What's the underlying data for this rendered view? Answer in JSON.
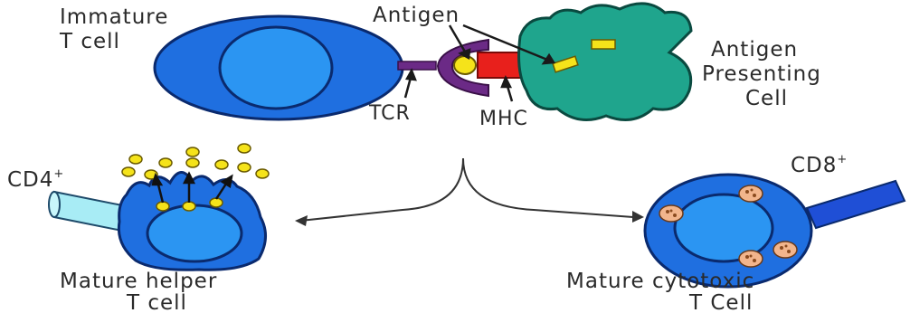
{
  "labels": {
    "immature_line1": "Immature",
    "immature_line2": "T cell",
    "antigen": "Antigen",
    "apc_line1": "Antigen",
    "apc_line2": "Presenting",
    "apc_line3": "Cell",
    "tcr": "TCR",
    "mhc": "MHC",
    "cd4": "CD4",
    "cd4_sup": "+",
    "cd8": "CD8",
    "cd8_sup": "+",
    "helper_line1": "Mature helper",
    "helper_line2": "T cell",
    "cytotoxic_line1": "Mature cytotoxic",
    "cytotoxic_line2": "T Cell"
  },
  "colors": {
    "cell_blue": "#1f6fe0",
    "cell_inner": "#2b95f2",
    "cell_outline": "#0a2a6e",
    "apc_green": "#1fa58d",
    "tcr_purple": "#6b2a86",
    "mhc_red": "#e8201c",
    "antigen_yellow": "#f5e31a",
    "cd4_cyan": "#a8ecf5",
    "granule_peach": "#f2b58c"
  }
}
